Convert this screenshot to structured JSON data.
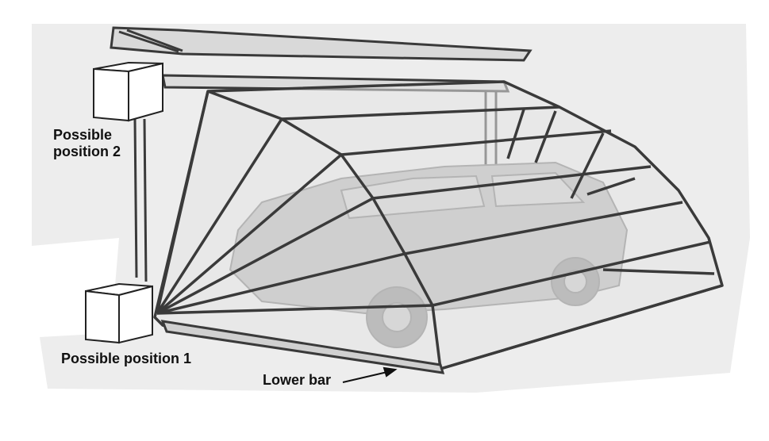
{
  "labels": {
    "position_2_line1": "Possible",
    "position_2_line2": "position 2",
    "position_1": "Possible position 1",
    "lower_bar": "Lower bar"
  },
  "colors": {
    "line": "#3a3a3a",
    "fill": "#e2e2e2",
    "shadow": "#c9c9c9",
    "car": "#9a9a9a",
    "background": "#ffffff"
  }
}
